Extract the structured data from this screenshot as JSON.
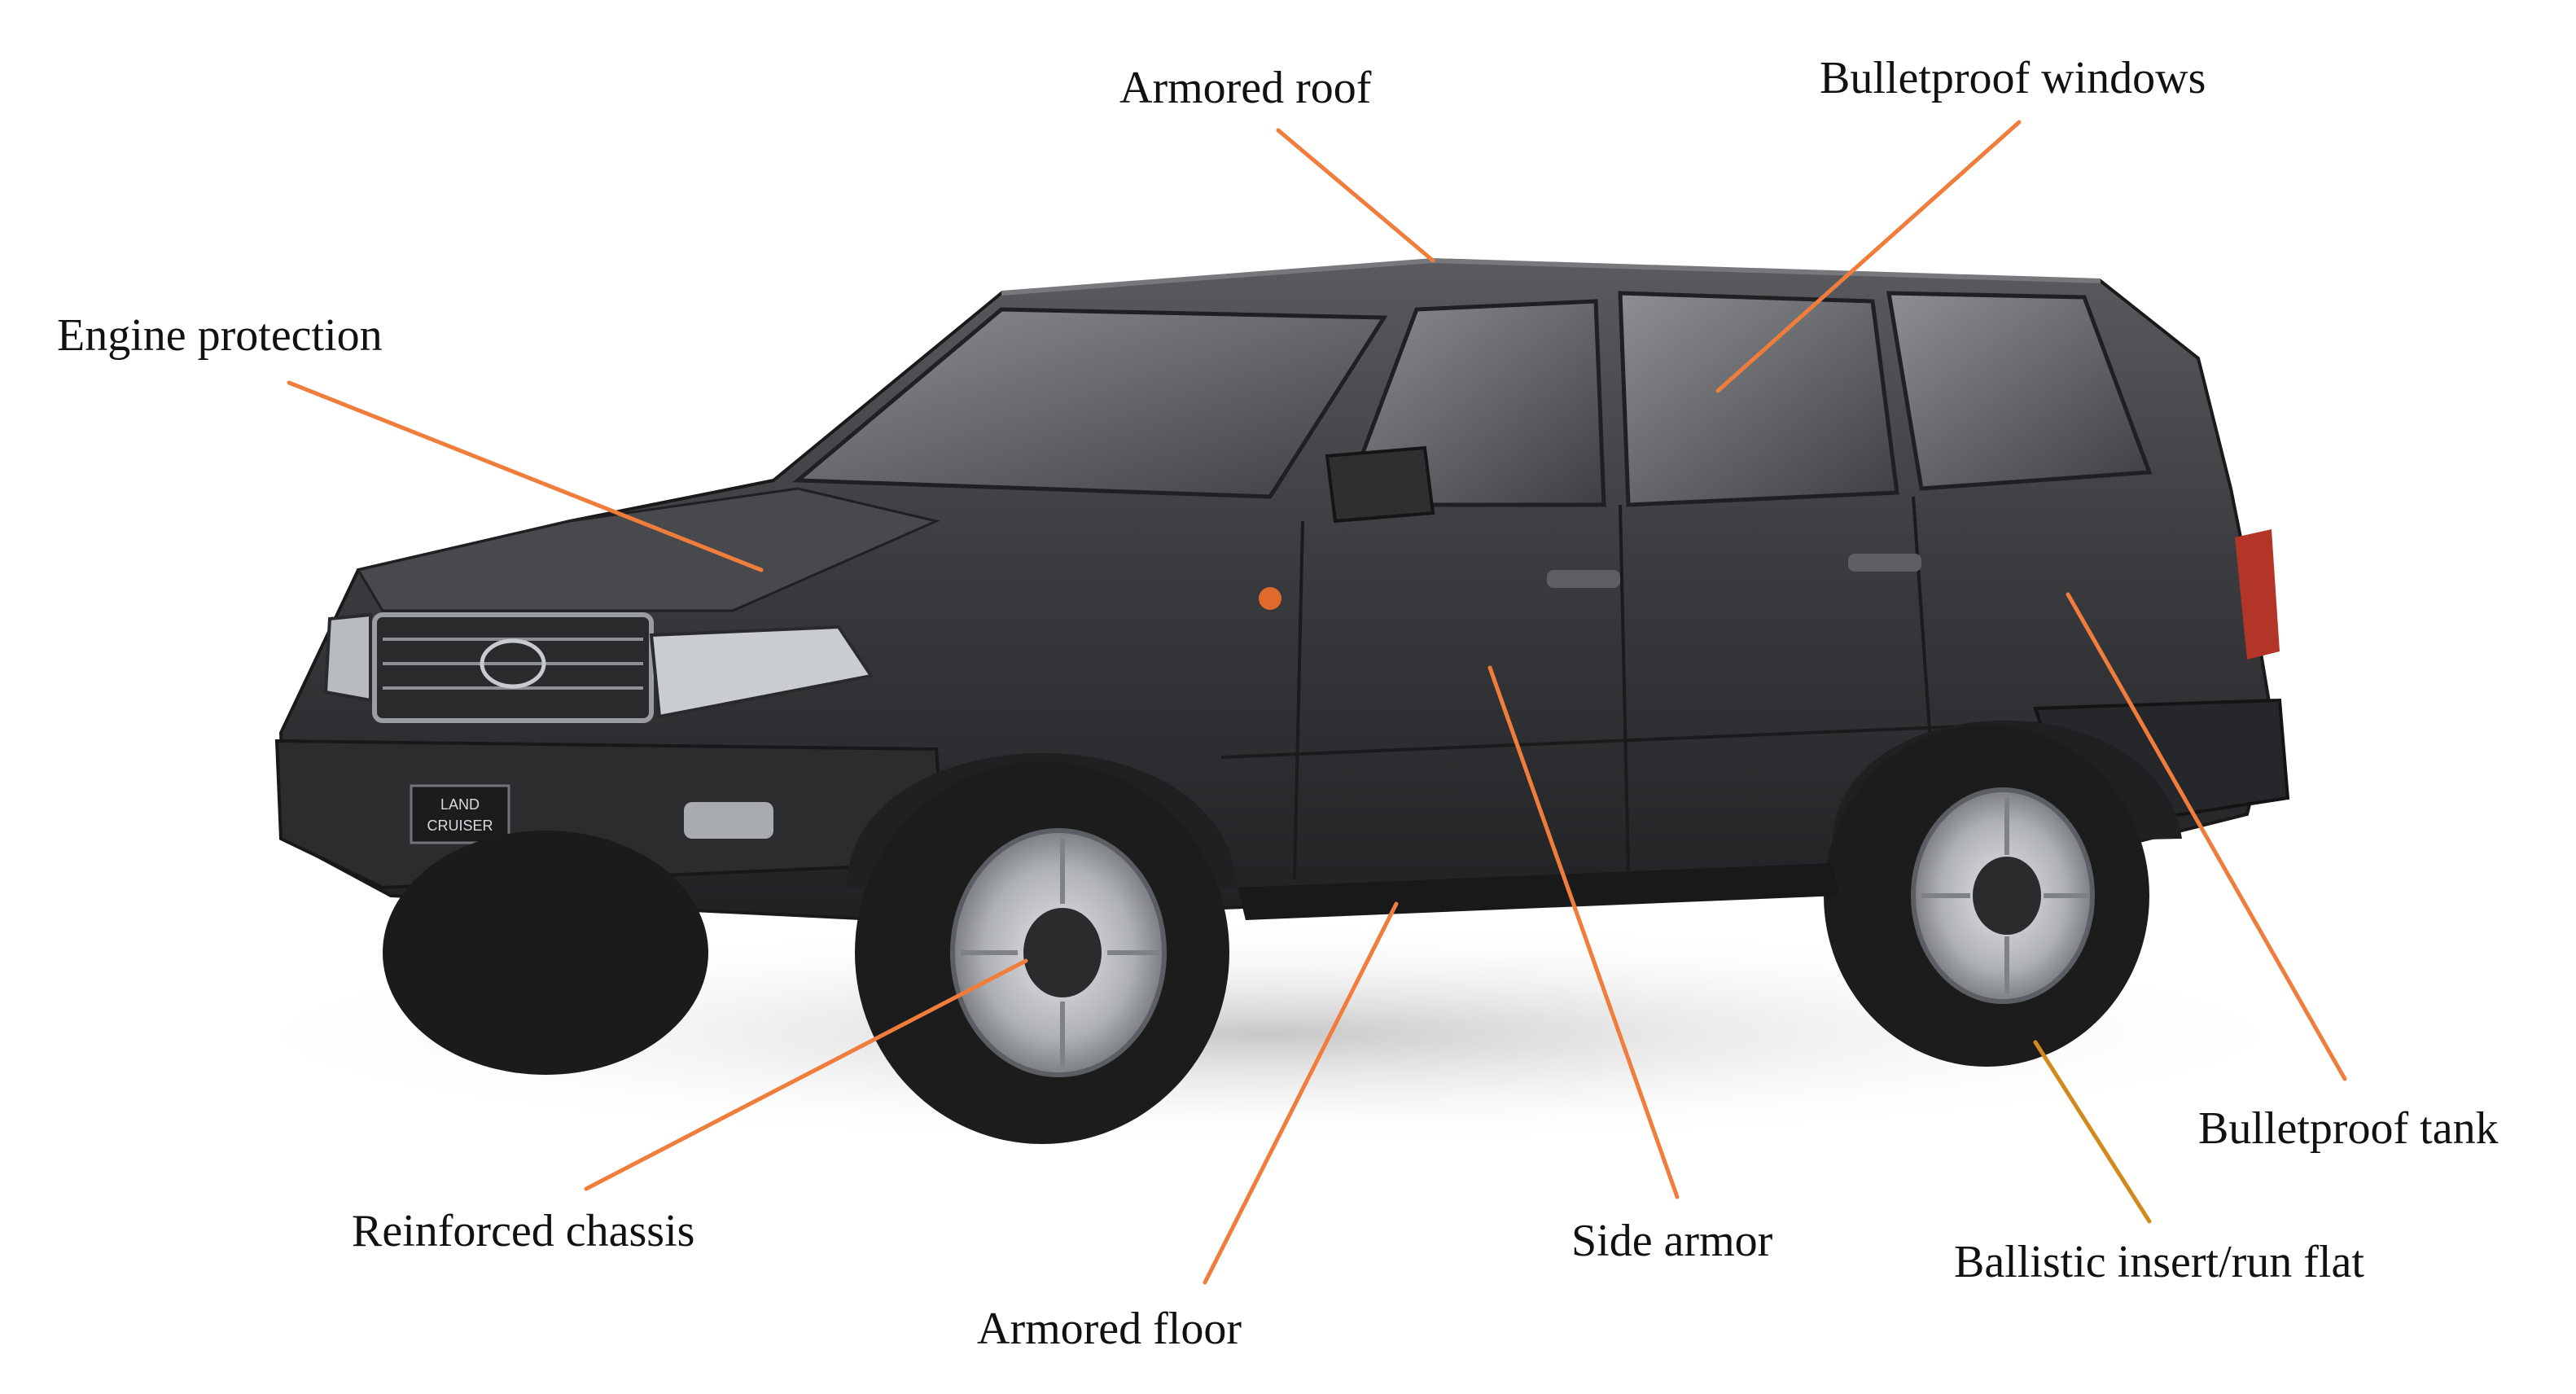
{
  "labels": {
    "armored_roof": "Armored roof",
    "bulletproof_windows": "Bulletproof windows",
    "engine_protection": "Engine protection",
    "bulletproof_tank": "Bulletproof tank",
    "reinforced_chassis": "Reinforced chassis",
    "side_armor": "Side armor",
    "ballistic_insert": "Ballistic insert/run flat",
    "armored_floor": "Armored floor"
  },
  "vehicle": {
    "badge_line1": "LAND",
    "badge_line2": "CRUISER"
  },
  "colors": {
    "leader_line": "#f07d3c",
    "leader_line_ballistic": "#d28a1e",
    "body": "#3a3a3c",
    "body_dark": "#222224",
    "tire": "#1c1c1c",
    "rim": "#b9bcc0",
    "window": "#6c6e72"
  }
}
